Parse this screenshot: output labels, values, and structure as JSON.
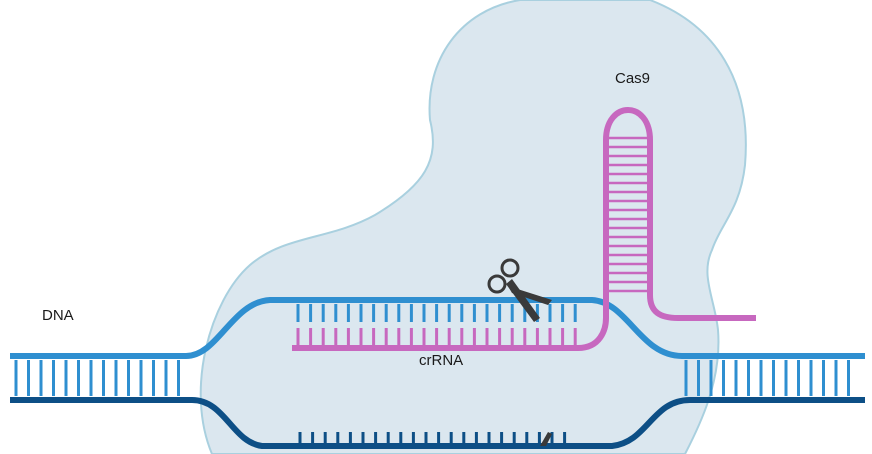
{
  "labels": {
    "cas9": "Cas9",
    "dna": "DNA",
    "crrna": "crRNA"
  },
  "colors": {
    "protein_fill": "#dbe7ef",
    "protein_outline": "#a9d0df",
    "dna_top": "#2f8fd0",
    "dna_bottom": "#0d4f86",
    "rna": "#c768bf",
    "scissors": "#3a3a3a"
  },
  "icons": [
    "scissors-icon"
  ]
}
